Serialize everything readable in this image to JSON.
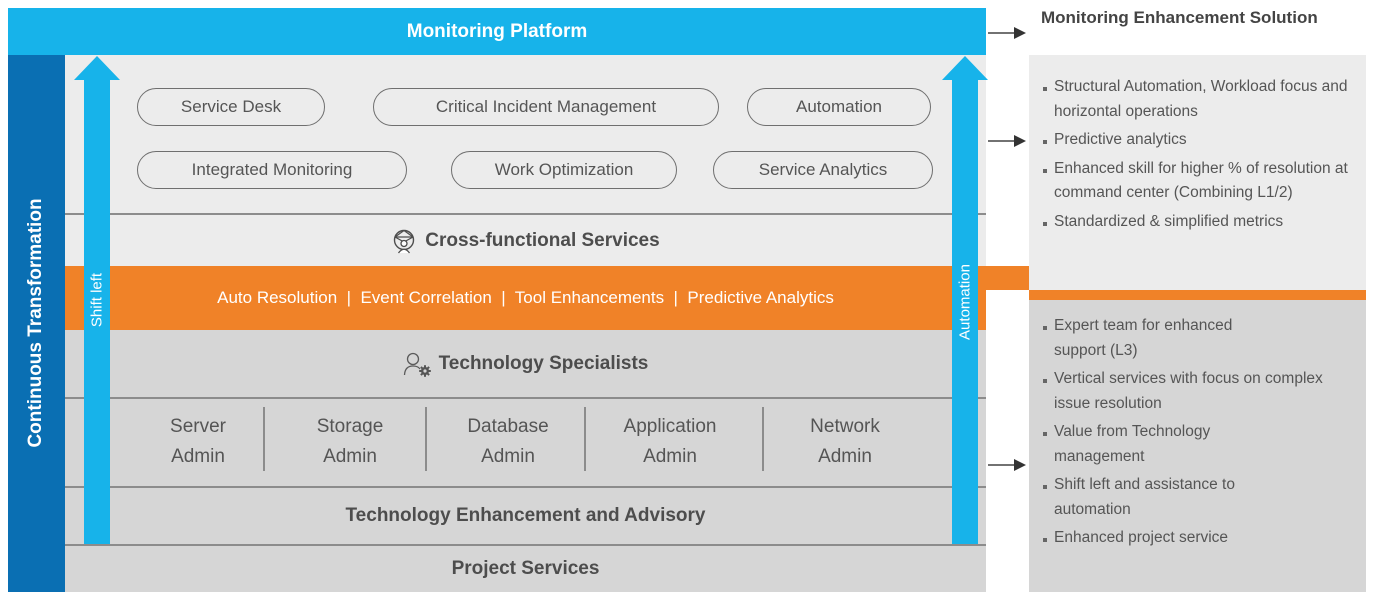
{
  "header": {
    "title": "Monitoring Platform"
  },
  "side_label": "Continuous Transformation",
  "arrows": {
    "left_label": "Shift left",
    "right_label": "Automation"
  },
  "services": {
    "row1": [
      "Service Desk",
      "Critical Incident Management",
      "Automation"
    ],
    "row2": [
      "Integrated Monitoring",
      "Work Optimization",
      "Service Analytics"
    ]
  },
  "cross_functional": {
    "label": "Cross-functional Services",
    "icon": "network-people-icon"
  },
  "orange_band": {
    "text": "Auto Resolution  |  Event Correlation  |  Tool Enhancements  |  Predictive Analytics"
  },
  "technology_specialists": {
    "label": "Technology Specialists",
    "icon": "person-gear-icon"
  },
  "admins": [
    {
      "line1": "Server",
      "line2": "Admin"
    },
    {
      "line1": "Storage",
      "line2": "Admin"
    },
    {
      "line1": "Database",
      "line2": "Admin"
    },
    {
      "line1": "Application",
      "line2": "Admin"
    },
    {
      "line1": "Network",
      "line2": "Admin"
    }
  ],
  "technology_enhancement": {
    "label": "Technology Enhancement and Advisory"
  },
  "project_services": {
    "label": "Project Services"
  },
  "solution": {
    "title": "Monitoring Enhancement Solution",
    "top_bullets": [
      "Structural Automation, Workload focus and horizontal operations",
      "Predictive analytics",
      "Enhanced skill for higher % of resolution at command center (Combining L1/2)",
      "Standardized & simplified metrics"
    ],
    "bottom_bullets": [
      "Expert team for enhanced support (L3)",
      "Vertical services with focus on complex issue resolution",
      "Value from Technology management",
      "Shift left and assistance to automation",
      "Enhanced project service"
    ]
  },
  "colors": {
    "accent_blue": "#17b3ea",
    "dark_blue": "#0a6fb3",
    "orange": "#f08228",
    "light_gray": "#ececec",
    "mid_gray": "#d6d6d6"
  }
}
